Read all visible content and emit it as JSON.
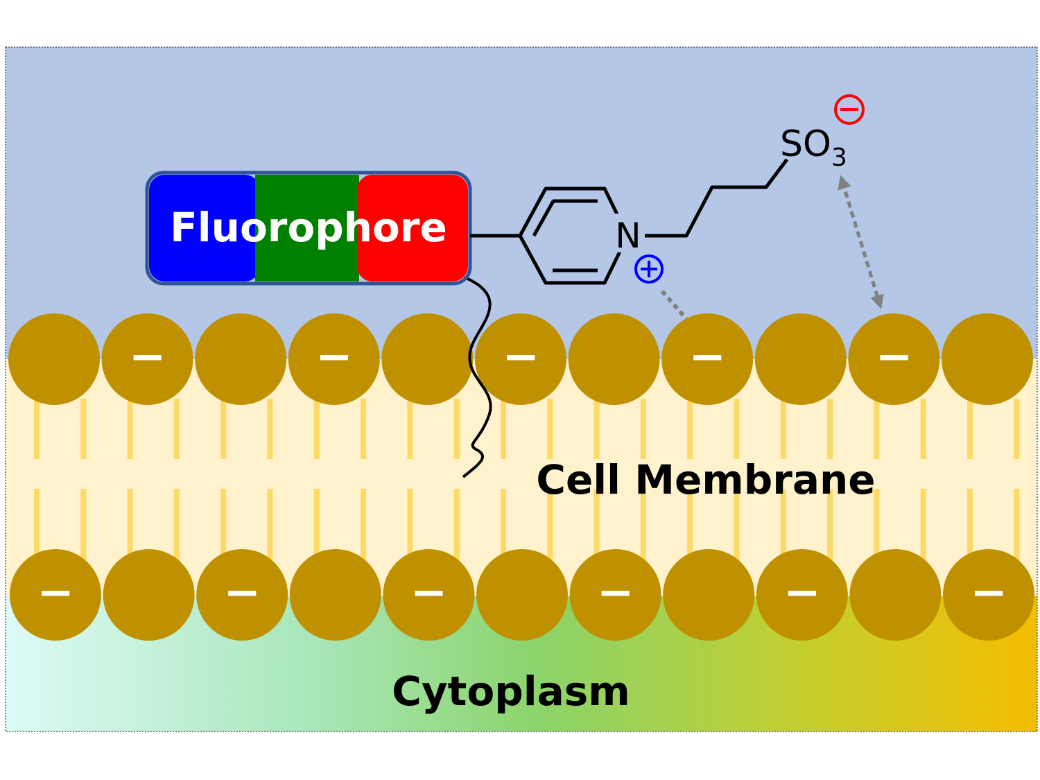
{
  "labels": {
    "fluorophore": "Fluorophore",
    "nitrogen": "N",
    "sulfonate": "SO",
    "sulfonate_subscript": "3",
    "membrane": "Cell Membrane",
    "cytoplasm": "Cytoplasm"
  },
  "charges": {
    "minus_sign": "−",
    "top_row": [
      false,
      true,
      false,
      true,
      false,
      true,
      false,
      true,
      false,
      true,
      false
    ],
    "bottom_row": [
      true,
      false,
      true,
      false,
      true,
      false,
      true,
      false,
      true,
      false,
      true
    ]
  },
  "colors": {
    "extracellular": "#b4c7e7",
    "membrane_interior": "#fff2cc",
    "lipid_head": "#bf9000",
    "lipid_tail": "#ffd966",
    "fluor_blue": "#0000ff",
    "fluor_green": "#008000",
    "fluor_red": "#ff0000",
    "fluor_border": "#2f5597",
    "positive_charge": "#0000ff",
    "negative_charge": "#ff0000",
    "interaction_arrow": "#808080",
    "cytoplasm_gradient": [
      "#ddfaf7",
      "#a8e6b8",
      "#8cd36a",
      "#c5cf2e",
      "#f5bd00"
    ]
  }
}
